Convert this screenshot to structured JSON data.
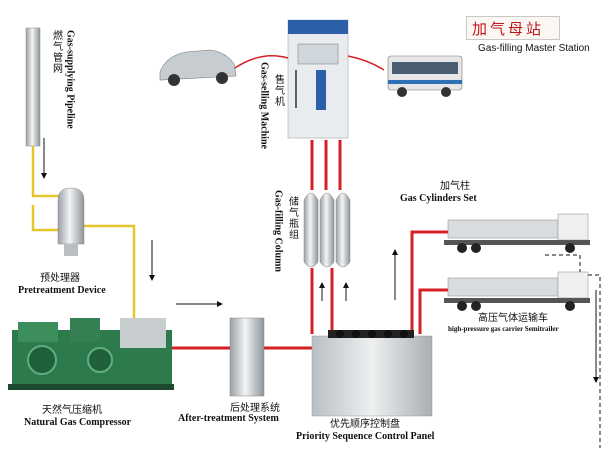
{
  "title": {
    "zh": "加气母站",
    "en": "Gas-filling Master Station"
  },
  "labels": {
    "gas_supply_pipeline": {
      "zh": "燃气管网",
      "en": "Gas-supplying Pipeline"
    },
    "pretreatment": {
      "zh": "预处理器",
      "en": "Pretreatment Device"
    },
    "compressor": {
      "zh": "天然气压缩机",
      "en": "Natural Gas Compressor"
    },
    "after_treatment": {
      "zh": "后处理系统",
      "en": "After-treatment System"
    },
    "control_panel": {
      "zh": "优先顺序控制盘",
      "en": "Priority Sequence Control Panel"
    },
    "storage_column": {
      "zh": "储气瓶组",
      "en": "Gas-filling Column"
    },
    "dispenser": {
      "zh": "售气机",
      "en": "Gas-selling Machine"
    },
    "cylinders_set": {
      "zh": "加气柱",
      "en": "Gas Cylinders Set"
    },
    "semitrailer": {
      "zh": "高压气体运输车",
      "en": "high-pressure gas carrier Semitrailer"
    }
  },
  "colors": {
    "pipe_yellow": "#e3c72c",
    "pipe_red": "#d61f26",
    "equipment_gray": "#cfd3d6",
    "compressor_green": "#2d7a4d",
    "title_red": "#c3141c"
  },
  "icons": [
    "car-icon",
    "bus-icon",
    "truck-icon",
    "dispenser-icon",
    "compressor-icon"
  ]
}
